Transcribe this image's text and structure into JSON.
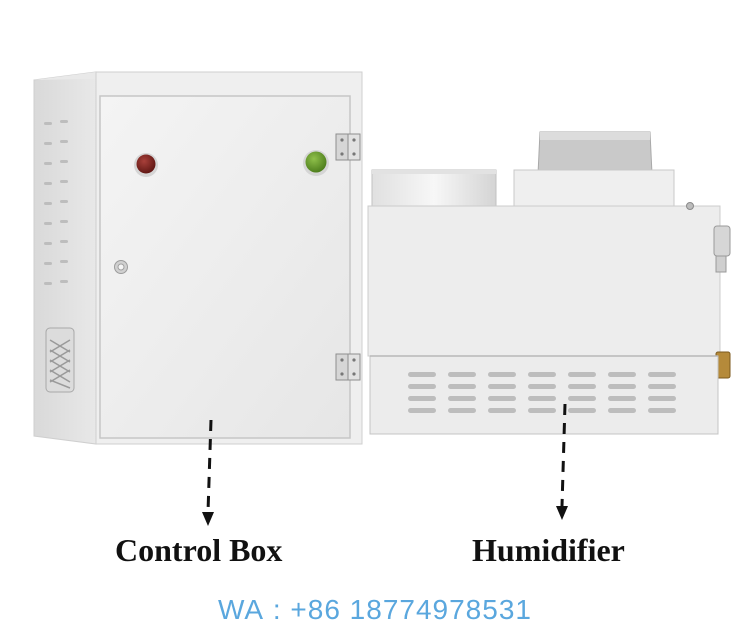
{
  "labels": {
    "control_box": "Control Box",
    "humidifier": "Humidifier"
  },
  "contact": {
    "text": "WA : +86 18774978531",
    "color": "#5aa7de"
  },
  "colors": {
    "indicator_red": "#7a1f1c",
    "indicator_green": "#6a9a2c",
    "body_gray": "#ececec"
  }
}
